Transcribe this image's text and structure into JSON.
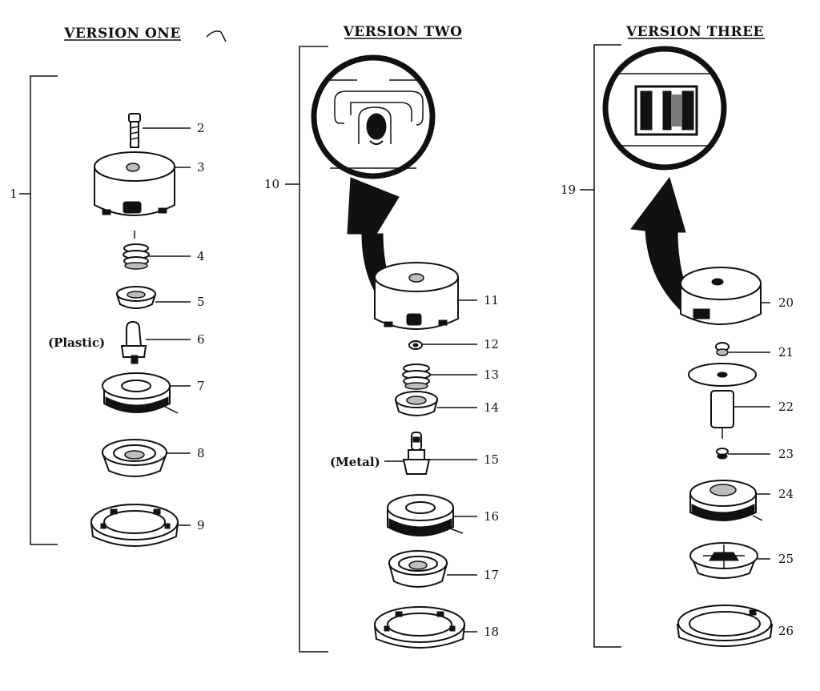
{
  "columns": [
    {
      "heading": "VERSION ONE",
      "assembly_number": "1",
      "note": "(Plastic)"
    },
    {
      "heading": "VERSION TWO",
      "assembly_number": "10",
      "note": "(Metal)"
    },
    {
      "heading": "VERSION THREE",
      "assembly_number": "19",
      "note": ""
    }
  ],
  "callouts": [
    "2",
    "3",
    "4",
    "5",
    "6",
    "7",
    "8",
    "9",
    "11",
    "12",
    "13",
    "14",
    "15",
    "16",
    "17",
    "18",
    "20",
    "21",
    "22",
    "23",
    "24",
    "25",
    "26"
  ]
}
